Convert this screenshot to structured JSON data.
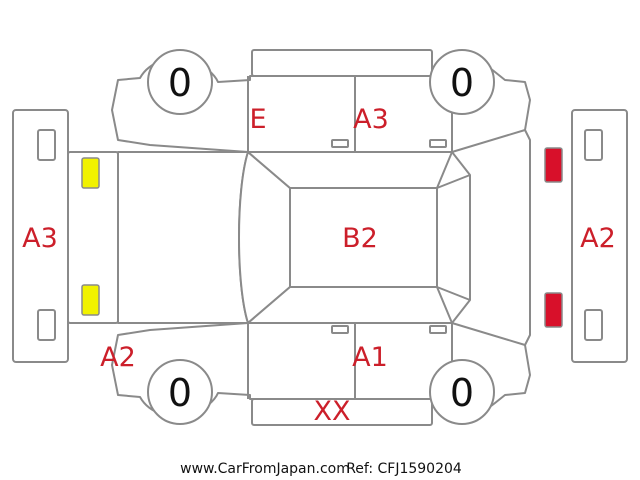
{
  "colors": {
    "outline": "#8a8a8a",
    "code_text": "#cc1f2a",
    "light_yellow": "#f1f200",
    "light_red": "#d8102a"
  },
  "tires": {
    "front_left": "0",
    "front_right": "0",
    "rear_left": "0",
    "rear_right": "0"
  },
  "codes": {
    "left_bumper": "A3",
    "right_bumper": "A2",
    "upper_fender": "E",
    "upper_rear_door": "A3",
    "roof": "B2",
    "lower_front_fender": "A2",
    "lower_rear_door": "A1",
    "lower_rocker": "XX"
  },
  "footer": {
    "site": "www.CarFromJapan.com",
    "ref": "Ref: CFJ1590204"
  }
}
